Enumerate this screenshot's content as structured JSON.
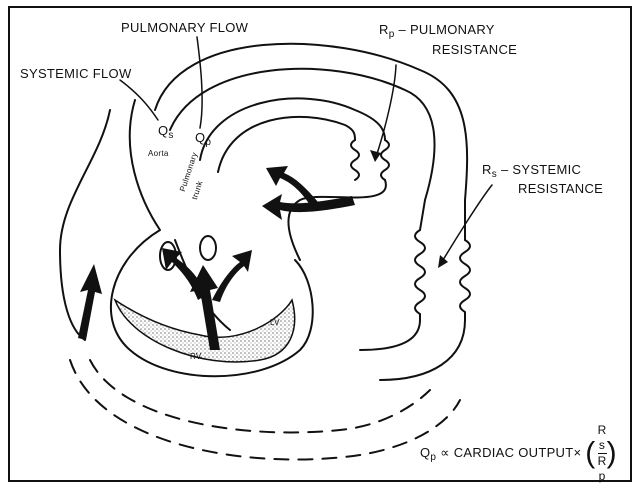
{
  "labels": {
    "pulmonary_flow": "PULMONARY FLOW",
    "systemic_flow": "SYSTEMIC FLOW",
    "rp_symbol": "R",
    "rp_sub": "p",
    "rp_line1": "– PULMONARY",
    "rp_line2": "RESISTANCE",
    "rs_symbol": "R",
    "rs_sub": "s",
    "rs_line1": "– SYSTEMIC",
    "rs_line2": "RESISTANCE",
    "qs_symbol": "Q",
    "qs_sub": "s",
    "qp_symbol": "Q",
    "qp_sub": "p",
    "aorta": "Aorta",
    "pulmonary_trunk_1": "Pulmonary",
    "pulmonary_trunk_2": "trunk",
    "rv": "RV",
    "lv": "LV"
  },
  "formula": {
    "lhs_symbol": "Q",
    "lhs_sub": "p",
    "relation": "∝ CARDIAC OUTPUT×",
    "num_symbol": "R",
    "num_sub": "s",
    "den_symbol": "R",
    "den_sub": "p"
  },
  "colors": {
    "ink": "#111111",
    "stipple": "#c8c8c8",
    "background": "#ffffff"
  }
}
